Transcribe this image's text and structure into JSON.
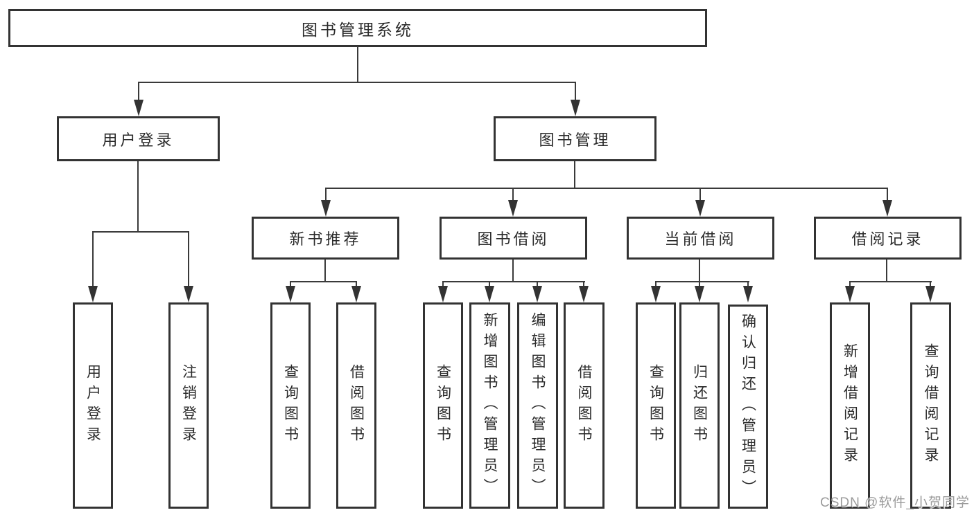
{
  "diagram": {
    "title": "图书管理系统",
    "root": {
      "label": "图书管理系统"
    },
    "branches": [
      {
        "label": "用户登录",
        "children": [
          {
            "label": "用户登录"
          },
          {
            "label": "注销登录"
          }
        ]
      },
      {
        "label": "图书管理",
        "children": [
          {
            "label": "新书推荐",
            "children": [
              {
                "label": "查询图书"
              },
              {
                "label": "借阅图书"
              }
            ]
          },
          {
            "label": "图书借阅",
            "children": [
              {
                "label": "查询图书"
              },
              {
                "label": "新增图书（管理员）"
              },
              {
                "label": "编辑图书（管理员）"
              },
              {
                "label": "借阅图书"
              }
            ]
          },
          {
            "label": "当前借阅",
            "children": [
              {
                "label": "查询图书"
              },
              {
                "label": "归还图书"
              },
              {
                "label": "确认归还（管理员）"
              }
            ]
          },
          {
            "label": "借阅记录",
            "children": [
              {
                "label": "新增借阅记录"
              },
              {
                "label": "查询借阅记录"
              }
            ]
          }
        ]
      }
    ],
    "watermark": "CSDN @软件_小贺同学",
    "colors": {
      "line": "#3a3a3a",
      "border": "#333333",
      "text": "#2a2a2a",
      "background": "#ffffff",
      "watermark": "#9b9b9b"
    }
  }
}
